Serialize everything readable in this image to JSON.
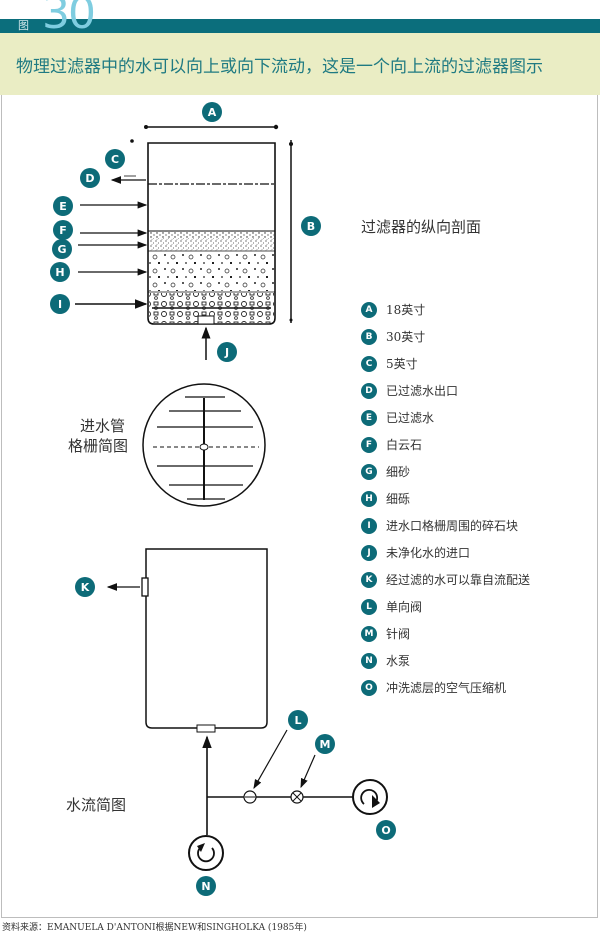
{
  "header": {
    "figure_prefix": "图",
    "figure_number": "30",
    "title": "物理过滤器中的水可以向上或向下流动，这是一个向上流的过滤器图示"
  },
  "colors": {
    "band": "#0b6e7c",
    "banner": "#eaedc4",
    "badge": "#0d6b78",
    "title_text": "#1f7a82",
    "figure_number": "#7fcde0"
  },
  "diagram": {
    "section_label": "过滤器的纵向剖面",
    "grate_label_line1": "进水管",
    "grate_label_line2": "格栅简图",
    "flow_label": "水流简图",
    "badges": [
      "A",
      "B",
      "C",
      "D",
      "E",
      "F",
      "G",
      "H",
      "I",
      "J",
      "K",
      "L",
      "M",
      "N",
      "O"
    ]
  },
  "legend": [
    {
      "key": "A",
      "text": "18英寸"
    },
    {
      "key": "B",
      "text": "30英寸"
    },
    {
      "key": "C",
      "text": "5英寸"
    },
    {
      "key": "D",
      "text": "已过滤水出口"
    },
    {
      "key": "E",
      "text": "已过滤水"
    },
    {
      "key": "F",
      "text": "白云石"
    },
    {
      "key": "G",
      "text": "细砂"
    },
    {
      "key": "H",
      "text": "细砾"
    },
    {
      "key": "I",
      "text": "进水口格栅周围的碎石块"
    },
    {
      "key": "J",
      "text": "未净化水的进口"
    },
    {
      "key": "K",
      "text": "经过滤的水可以靠自流配送"
    },
    {
      "key": "L",
      "text": "单向阀"
    },
    {
      "key": "M",
      "text": "针阀"
    },
    {
      "key": "N",
      "text": "水泵"
    },
    {
      "key": "O",
      "text": "冲洗滤层的空气压缩机"
    }
  ],
  "source": "资料来源：EMANUELA D'ANTONI根据NEW和SINGHOLKA (1985年)"
}
